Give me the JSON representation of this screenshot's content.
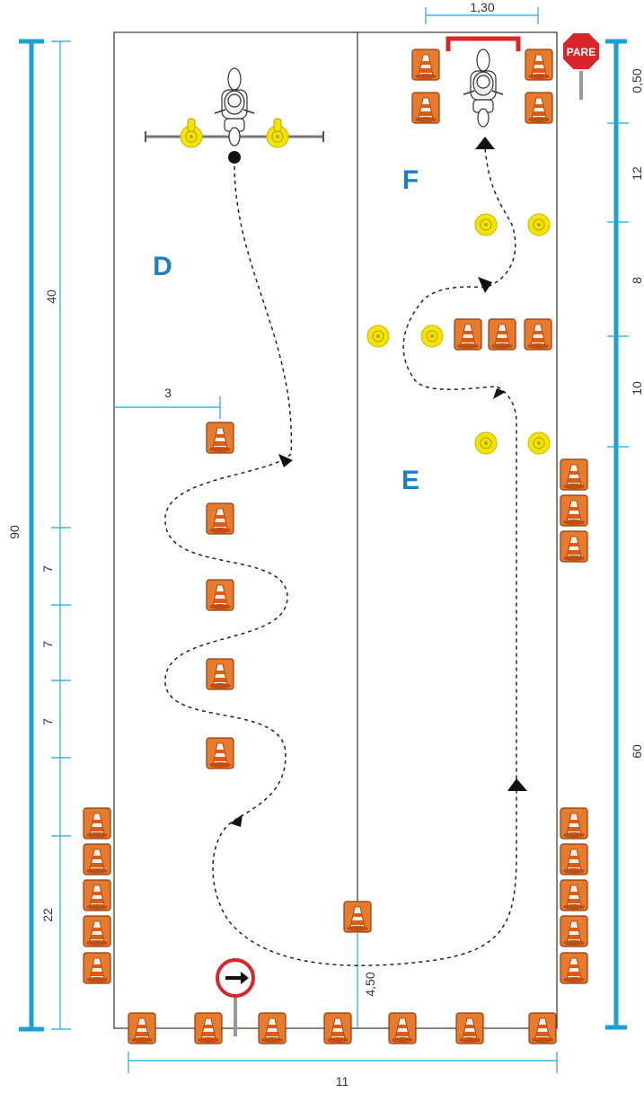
{
  "labels": {
    "zone_d": "D",
    "zone_e": "E",
    "zone_f": "F",
    "stop_sign": "PARE"
  },
  "dimensions": {
    "left_total": "90",
    "left_40": "40",
    "left_7a": "7",
    "left_7b": "7",
    "left_7c": "7",
    "left_22": "22",
    "right_050": "0,50",
    "right_12": "12",
    "right_8": "8",
    "right_10": "10",
    "right_60": "60",
    "top_130": "1,30",
    "width_3": "3",
    "gap_450": "4,50",
    "bottom_11": "11"
  },
  "colors": {
    "cone": "#e06a1e",
    "cone_box": "#a8471a",
    "marker": "#f5e400",
    "dimension": "#1a9fd6",
    "zone_label": "#1b7fc1",
    "stop": "#d9252a"
  }
}
